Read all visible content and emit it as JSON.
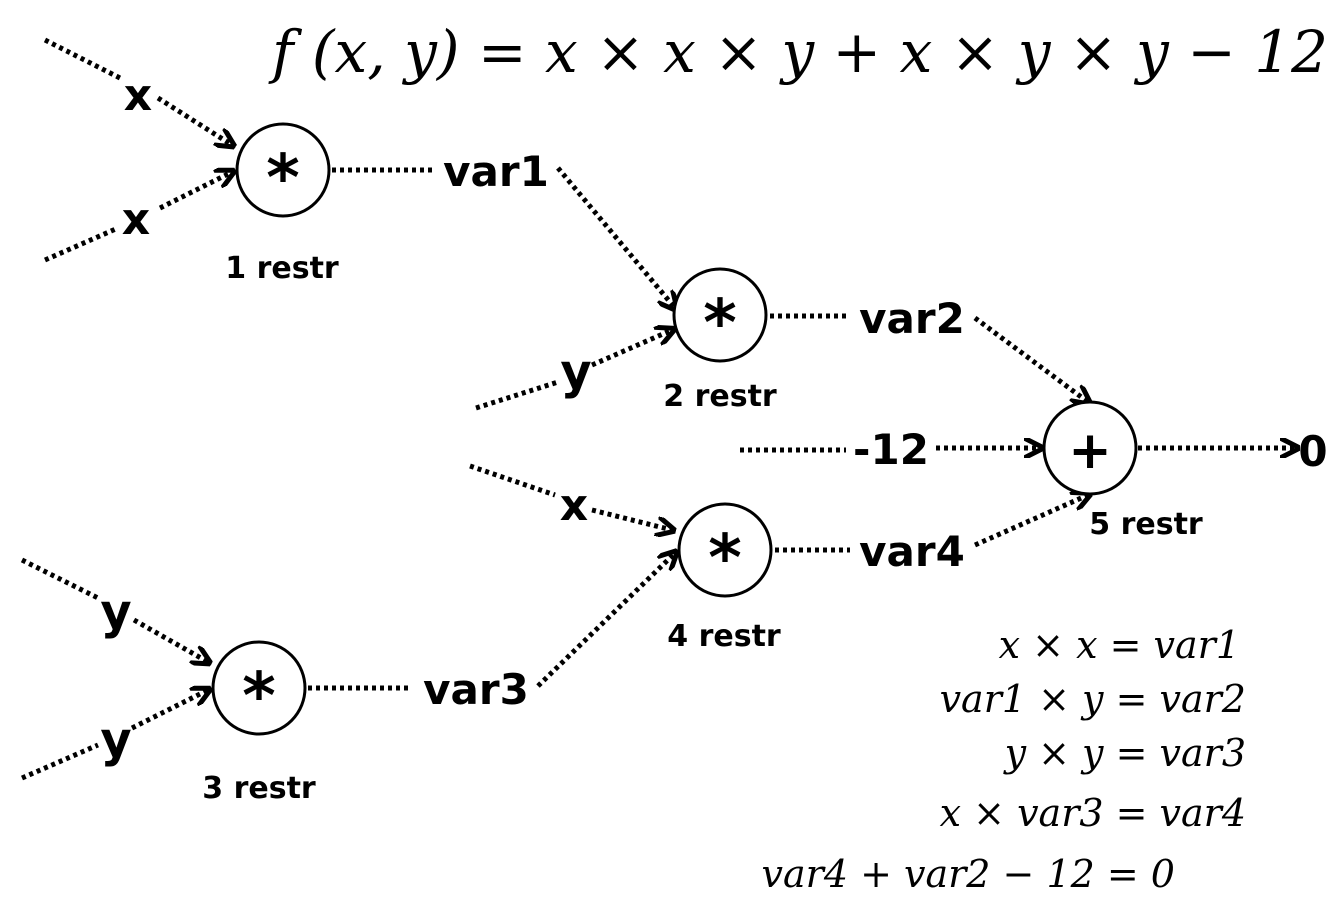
{
  "formula": "f (x, y) = x × x × y + x × y × y − 12",
  "nodes": [
    {
      "op": "*",
      "restr": "1 restr"
    },
    {
      "op": "*",
      "restr": "2 restr"
    },
    {
      "op": "*",
      "restr": "3 restr"
    },
    {
      "op": "*",
      "restr": "4 restr"
    },
    {
      "op": "+",
      "restr": "5 restr"
    }
  ],
  "labels": {
    "n1_in1": "x",
    "n1_in2": "x",
    "n1_out": "var1",
    "n2_in": "y",
    "n2_out": "var2",
    "n3_in1": "y",
    "n3_in2": "y",
    "n3_out": "var3",
    "n4_in": "x",
    "n4_out": "var4",
    "const": "-12",
    "result": "0"
  },
  "equations": [
    "x × x = var1",
    "var1 × y = var2",
    "y × y = var3",
    "x × var3 = var4",
    "var4 + var2 − 12 = 0"
  ]
}
